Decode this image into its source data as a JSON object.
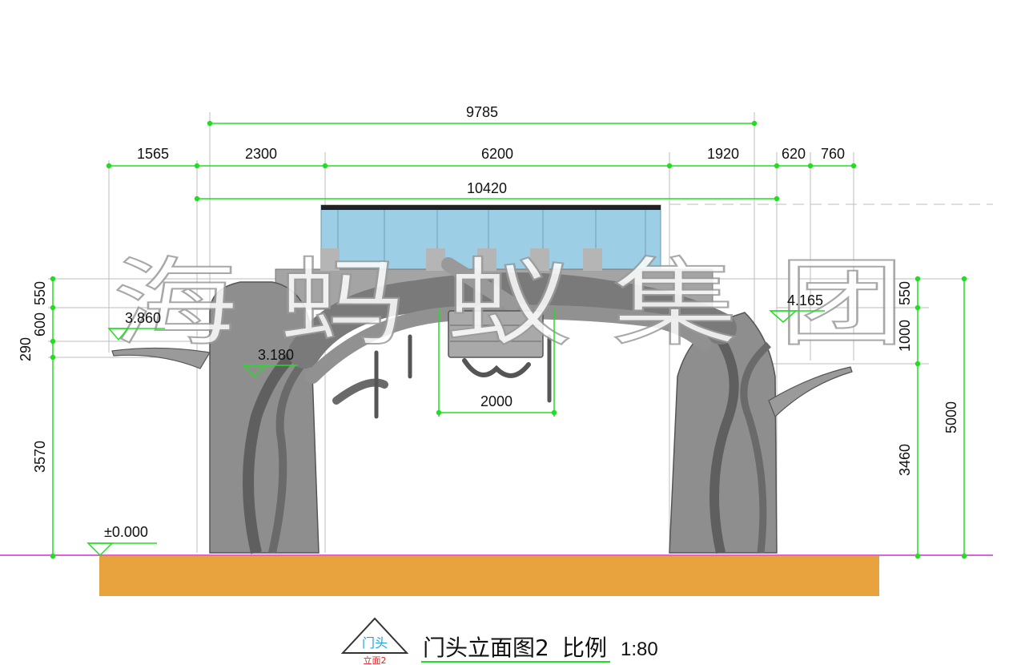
{
  "colors": {
    "dimension_line": "#22dd22",
    "ground": "#e8a33e",
    "ground_line": "#cc33cc",
    "glass": "#9ccfe6",
    "tree_bark": "#8e8e8e",
    "extension_line": "#bdbdbd"
  },
  "dimensions": {
    "top_overall": "9785",
    "col_1": "1565",
    "col_2": "2300",
    "col_3": "6200",
    "col_4": "1920",
    "col_5": "620",
    "col_6": "760",
    "span_total": "10420",
    "sign_width": "2000",
    "left_550": "550",
    "left_600": "600",
    "left_290": "290",
    "left_3570": "3570",
    "right_550": "550",
    "right_1000": "1000",
    "right_3460": "3460",
    "right_5000": "5000"
  },
  "elevations": {
    "ground": "±0.000",
    "left_branch": "3.860",
    "left_trunk": "3.180",
    "right_branch": "4.165"
  },
  "watermark_text": "海 蚂 蚁 集 团",
  "title_block": {
    "badge_top": "门头",
    "badge_bottom": "立面2",
    "title": "门头立面图2",
    "scale_label": "比例",
    "scale_value": "1:80"
  }
}
